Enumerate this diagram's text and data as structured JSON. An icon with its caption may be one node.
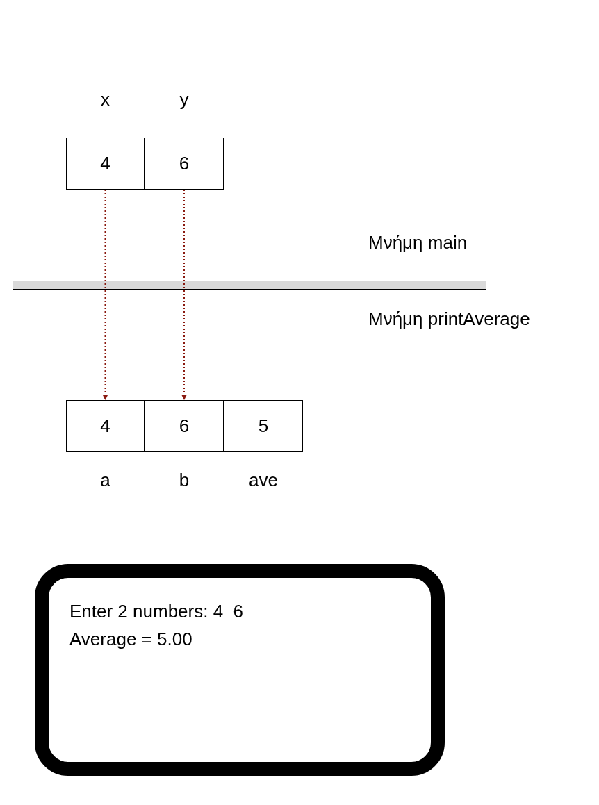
{
  "diagram": {
    "nodes": [
      {
        "text": [
          "4"
        ],
        "beside": [
          "x"
        ]
      },
      {
        "text": [
          "6"
        ],
        "beside": [
          "y"
        ]
      },
      {
        "text": [],
        "shape": "bar"
      },
      {
        "text": [
          "4"
        ],
        "beside": [
          "a"
        ]
      },
      {
        "text": [
          "6"
        ],
        "beside": [
          "b"
        ]
      },
      {
        "text": [
          "5"
        ],
        "beside": [
          "ave"
        ]
      },
      {
        "text": [
          "Enter 2 numbers: 4  6",
          "Average = 5.00"
        ]
      }
    ],
    "edges": [
      {
        "from": 0,
        "to": 3,
        "arrow": "to",
        "style": "dashed"
      },
      {
        "from": 1,
        "to": 4,
        "arrow": "to",
        "style": "dashed"
      }
    ],
    "labels": [
      "Μνήμη main",
      "Μνήμη printAverage"
    ]
  }
}
